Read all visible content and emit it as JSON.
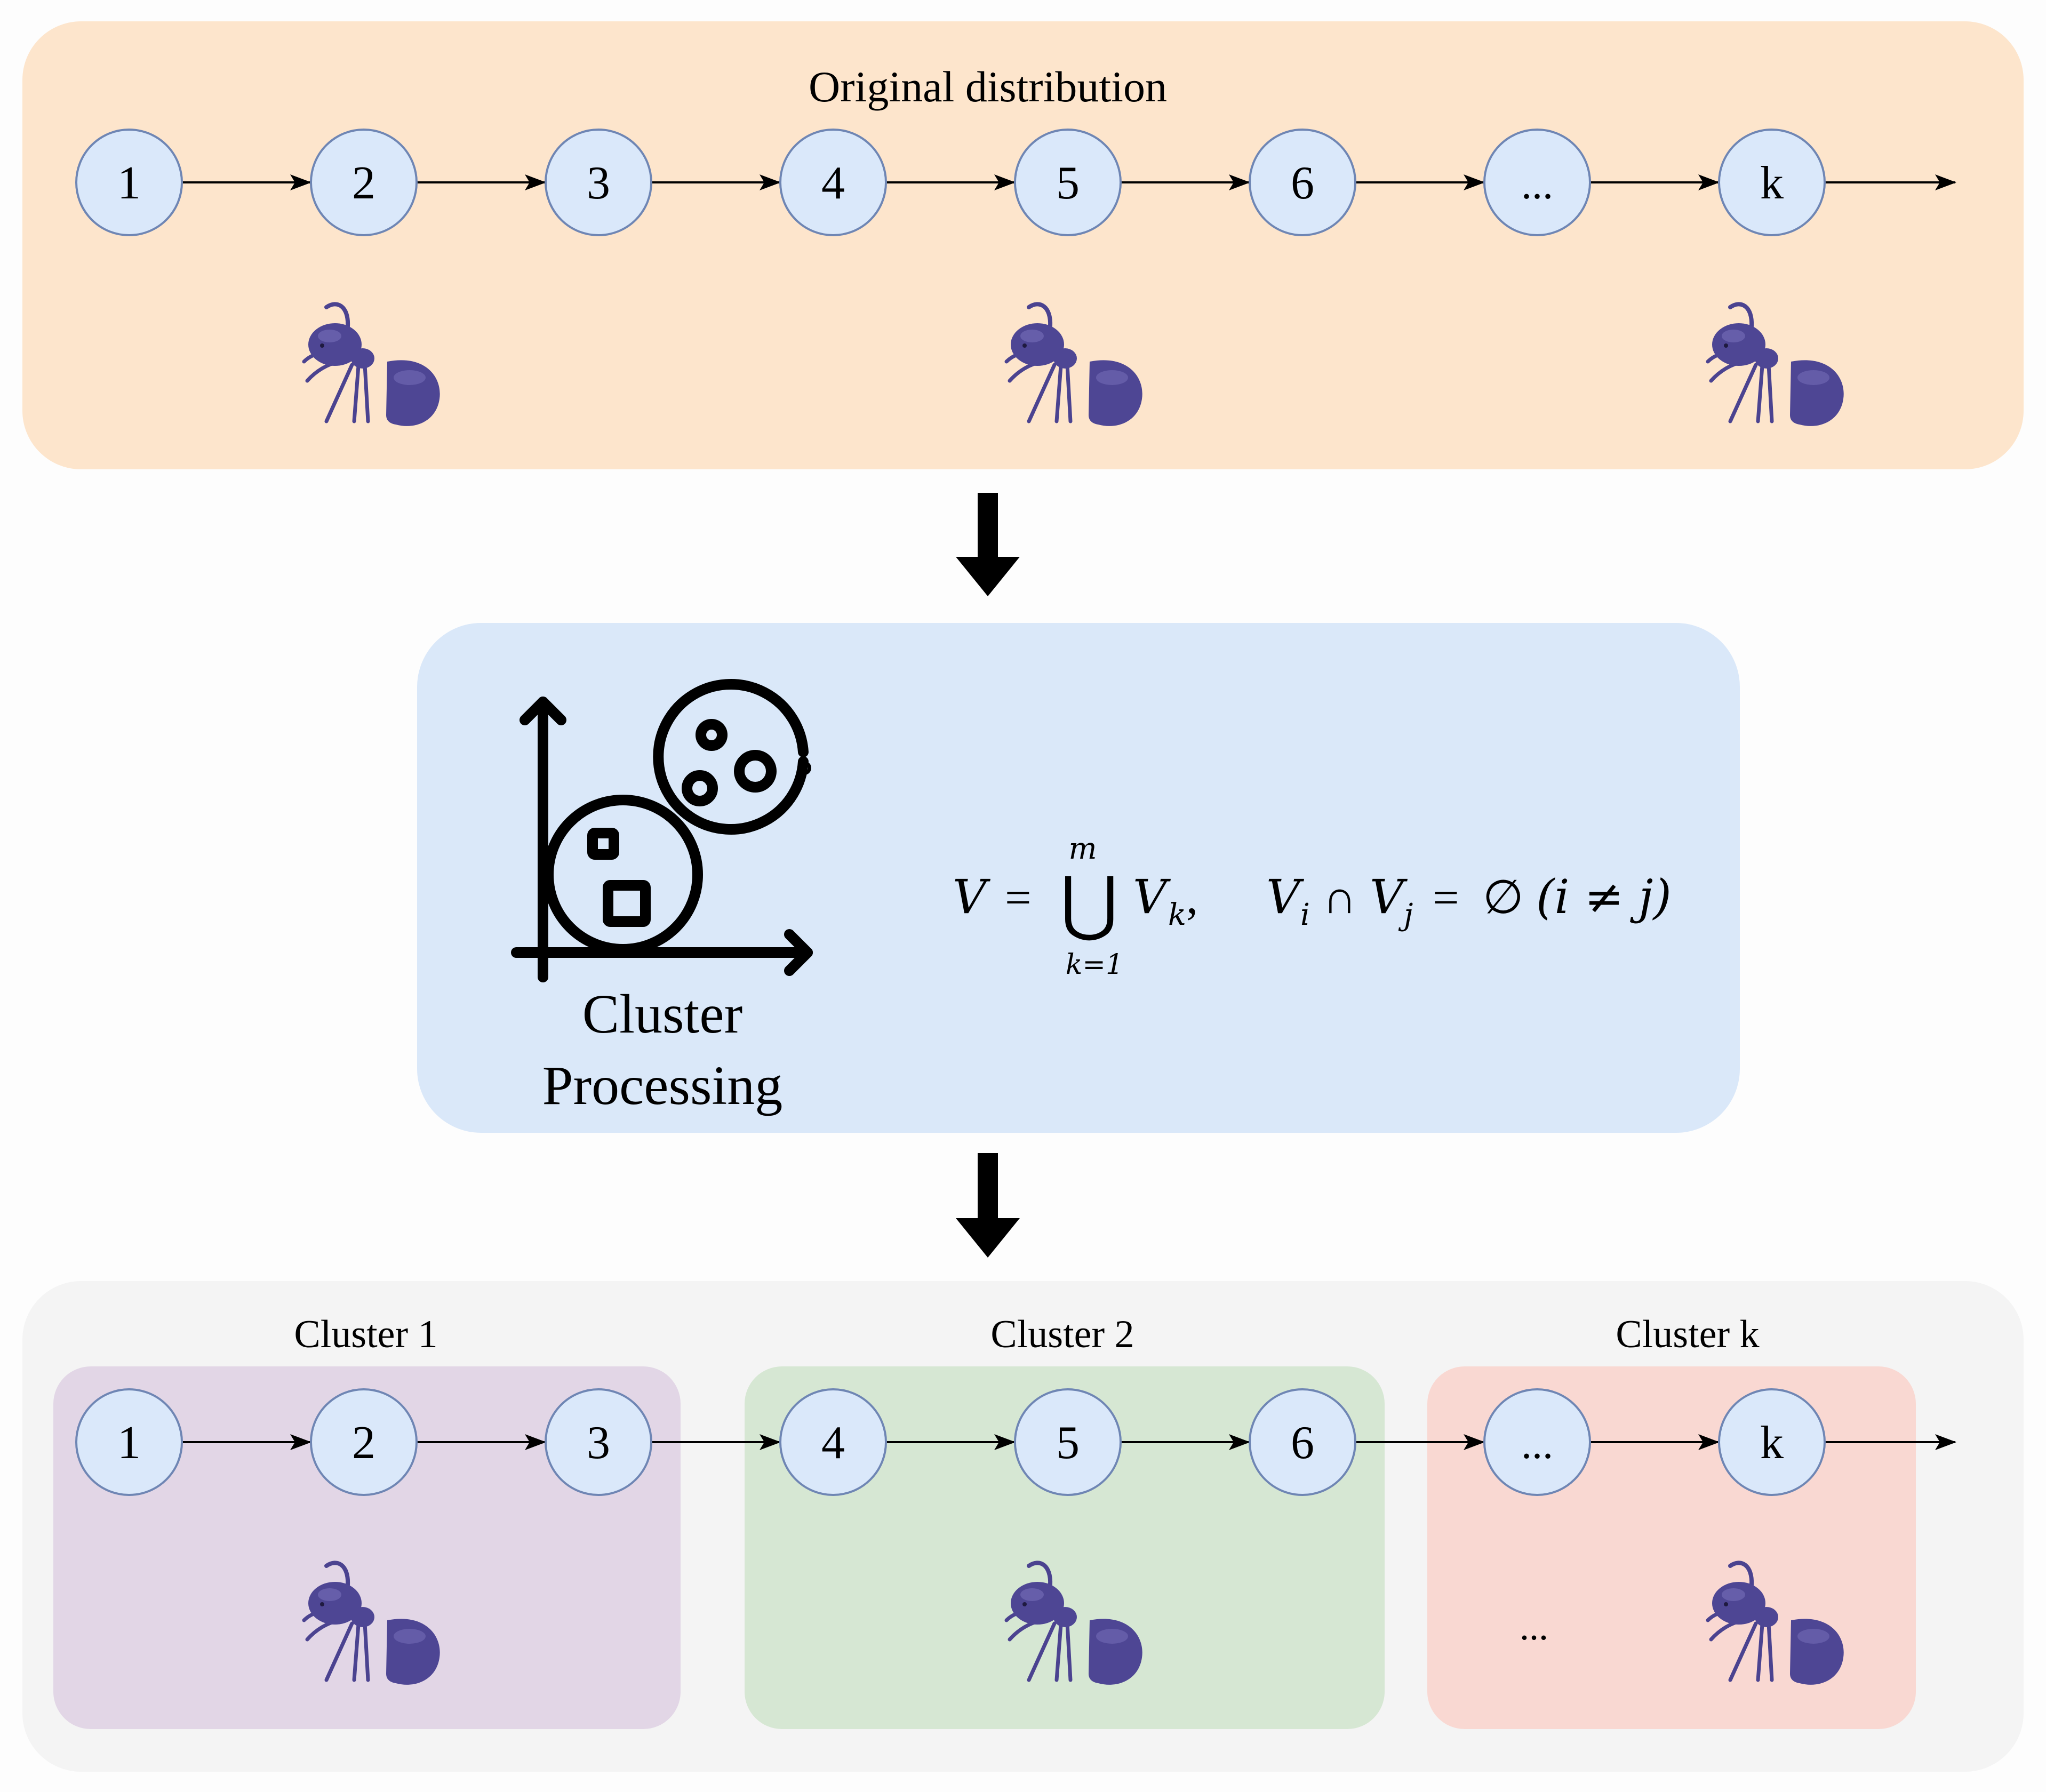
{
  "top_panel": {
    "title": "Original distribution",
    "nodes": [
      "1",
      "2",
      "3",
      "4",
      "5",
      "6",
      "...",
      "k"
    ]
  },
  "middle_panel": {
    "label_line1": "Cluster",
    "label_line2": "Processing",
    "formula": {
      "lhs": "V",
      "eq": "=",
      "union_symbol": "⋃",
      "upper": "m",
      "lower": "k=1",
      "term_base": "V",
      "term_sub": "k",
      "comma": ",",
      "cond_base1": "V",
      "cond_sub1": "i",
      "intersect": "∩",
      "cond_base2": "V",
      "cond_sub2": "j",
      "eq2": "=",
      "empty": "∅",
      "paren": "(i ≠ j)"
    }
  },
  "bottom_panel": {
    "clusters": [
      {
        "title": "Cluster 1",
        "nodes": [
          "1",
          "2",
          "3"
        ],
        "agent_note": ""
      },
      {
        "title": "Cluster 2",
        "nodes": [
          "4",
          "5",
          "6"
        ],
        "agent_note": ""
      },
      {
        "title": "Cluster k",
        "nodes": [
          "...",
          "k"
        ],
        "agent_note": "..."
      }
    ]
  },
  "colors": {
    "top_panel_bg": "#fde5cc",
    "middle_panel_bg": "#dae8f9",
    "bottom_panel_bg": "#f4f4f4",
    "cluster1_bg": "#e2d6e6",
    "cluster2_bg": "#d6e7d3",
    "clusterk_bg": "#f9d8d2",
    "node_fill": "#dae8fa",
    "node_stroke": "#6f86b4",
    "ant_color": "#4b4390"
  },
  "icons": [
    "ant-icon",
    "cluster-analysis-icon",
    "down-arrow-icon"
  ]
}
